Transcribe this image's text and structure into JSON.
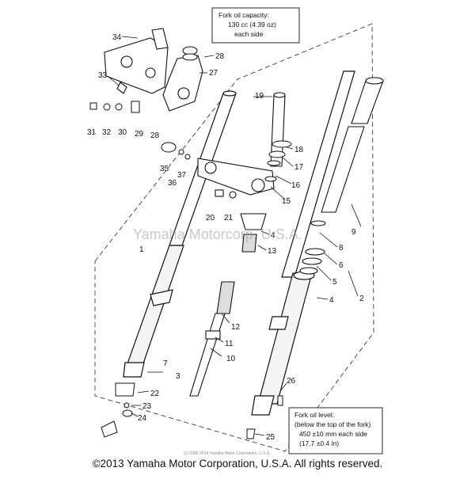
{
  "oil_capacity_box": {
    "line1": "Fork oil capacity:",
    "line2": "130 cc (4.39 oz)",
    "line3": "each side"
  },
  "oil_level_box": {
    "line1": "Fork oil level:",
    "line2": "(below the top of the fork)",
    "line3": "450 ±10 mm each side",
    "line4": "(17.7 ±0.4 in)"
  },
  "watermark": "Yamaha Motorcorp, U.S.A.",
  "small_copyright": "(c) 2005-2014 Yamaha Motor Corporation, U.S.A.",
  "copyright": "©2013 Yamaha Motor Corporation, U.S.A. All rights reserved.",
  "callouts": {
    "c1": "1",
    "c2": "2",
    "c3": "3",
    "c4a": "4",
    "c4b": "4",
    "c5": "5",
    "c6": "6",
    "c7": "7",
    "c8": "8",
    "c9": "9",
    "c10": "10",
    "c11": "11",
    "c12": "12",
    "c13": "13",
    "c15": "15",
    "c16": "16",
    "c17": "17",
    "c18": "18",
    "c19": "19",
    "c20": "20",
    "c21": "21",
    "c22": "22",
    "c23": "23",
    "c24": "24",
    "c25": "25",
    "c26": "26",
    "c27": "27",
    "c28a": "28",
    "c28b": "28",
    "c29": "29",
    "c30": "30",
    "c31": "31",
    "c32": "32",
    "c33": "33",
    "c34": "34",
    "c35": "35",
    "c36": "36",
    "c37": "37"
  }
}
